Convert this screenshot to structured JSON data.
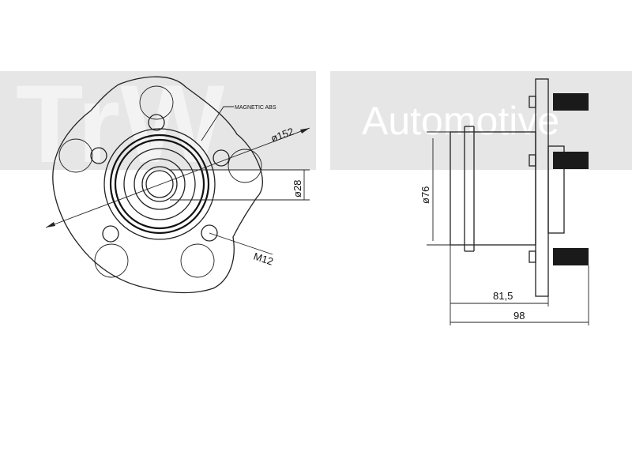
{
  "watermark": {
    "logo_text": "TrW",
    "brand_text": "Automotive",
    "colors": {
      "band": "#e6e6e6",
      "text": "#ffffff"
    }
  },
  "front_view": {
    "label_magnetic_abs": "MAGNETIC ABS",
    "dim_flange_diameter": "ø152",
    "dim_bore_diameter": "ø28",
    "dim_thread": "M12"
  },
  "side_view": {
    "dim_hub_diameter": "ø76",
    "dim_length_inner": "81,5",
    "dim_length_total": "98"
  },
  "colors": {
    "line": "#222222",
    "background": "#ffffff"
  }
}
